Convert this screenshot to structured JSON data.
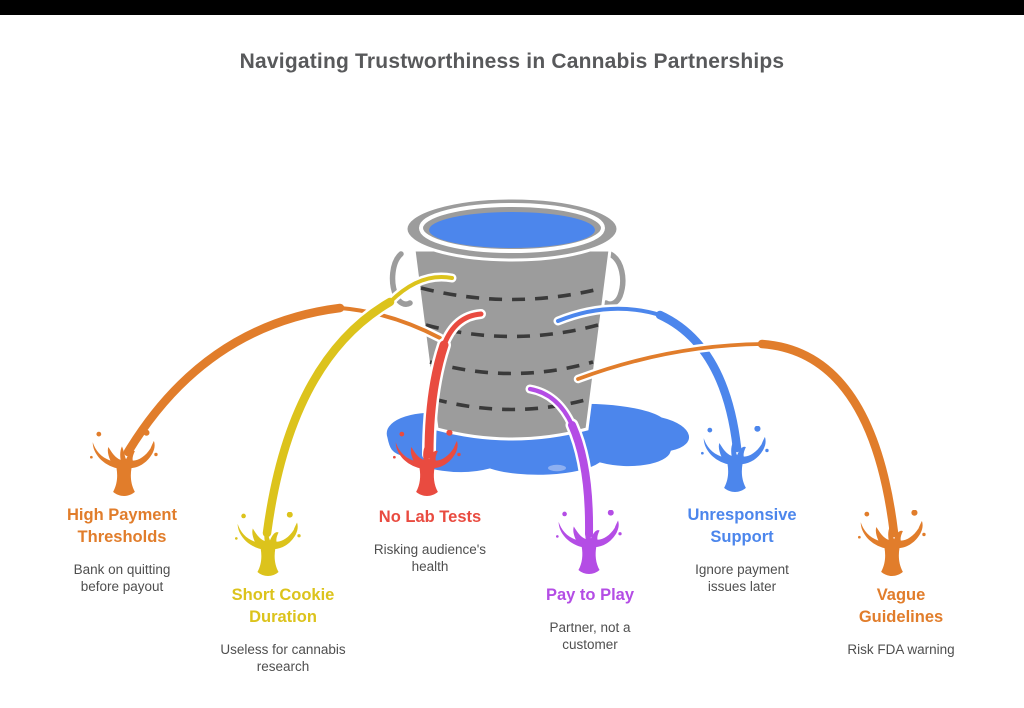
{
  "page": {
    "top_bar_color": "#000000",
    "background": "#FFFFFF",
    "title": "Navigating Trustworthiness in Cannabis Partnerships",
    "title_color": "#58595B",
    "desc_color": "#4F4F4F"
  },
  "bucket": {
    "body_color": "#9C9C9C",
    "outline_color": "#FFFFFF",
    "hoop_color": "#3A3A3A",
    "water_color": "#4C86EC",
    "puddle_color": "#4C86EC",
    "puddle_highlight": "#8EB0F1"
  },
  "items": [
    {
      "id": "high-payment-thresholds",
      "label": "High Payment Thresholds",
      "desc": "Bank on quitting before payout",
      "color": "#E17D2B"
    },
    {
      "id": "short-cookie-duration",
      "label": "Short Cookie Duration",
      "desc": "Useless for cannabis research",
      "color": "#DCC31C"
    },
    {
      "id": "no-lab-tests",
      "label": "No Lab Tests",
      "desc": "Risking audience's health",
      "color": "#E94B40"
    },
    {
      "id": "pay-to-play",
      "label": "Pay to Play",
      "desc": "Partner, not a customer",
      "color": "#B44DE5"
    },
    {
      "id": "unresponsive-support",
      "label": "Unresponsive Support",
      "desc": "Ignore payment issues later",
      "color": "#4C86EC"
    },
    {
      "id": "vague-guidelines",
      "label": "Vague Guidelines",
      "desc": "Risk FDA warning",
      "color": "#E17D2B"
    }
  ]
}
